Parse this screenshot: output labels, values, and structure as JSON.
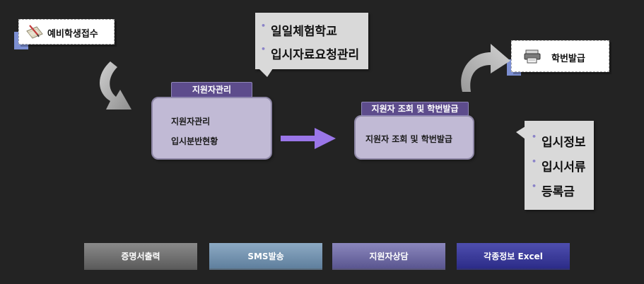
{
  "nodes": {
    "prospective": {
      "label": "예비학생접수",
      "icon": "document-pencil-icon"
    },
    "program_callout": {
      "items": [
        "일일체험학교",
        "입시자료요청관리"
      ]
    },
    "applicant_mgmt": {
      "tab": "지원자관리",
      "lines": [
        "지원자관리",
        "입시분반현황"
      ]
    },
    "query_issue": {
      "tab": "지원자 조회 및 학번발급",
      "lines": [
        "지원자 조회 및 학번발급"
      ]
    },
    "student_id": {
      "label": "학번발급",
      "icon": "printer-icon"
    },
    "info_callout": {
      "items": [
        "입시정보",
        "입시서류",
        "등록금"
      ]
    }
  },
  "buttons": [
    "증명서출력",
    "SMS발송",
    "지원자상담",
    "각종정보 Excel"
  ],
  "colors": {
    "background": "#232323",
    "accent_purple": "#5d4c8c",
    "box_lavender": "#c1bad5",
    "arrow_purple": "#9a76e8",
    "arrow_gray": "#b9b9b9"
  }
}
